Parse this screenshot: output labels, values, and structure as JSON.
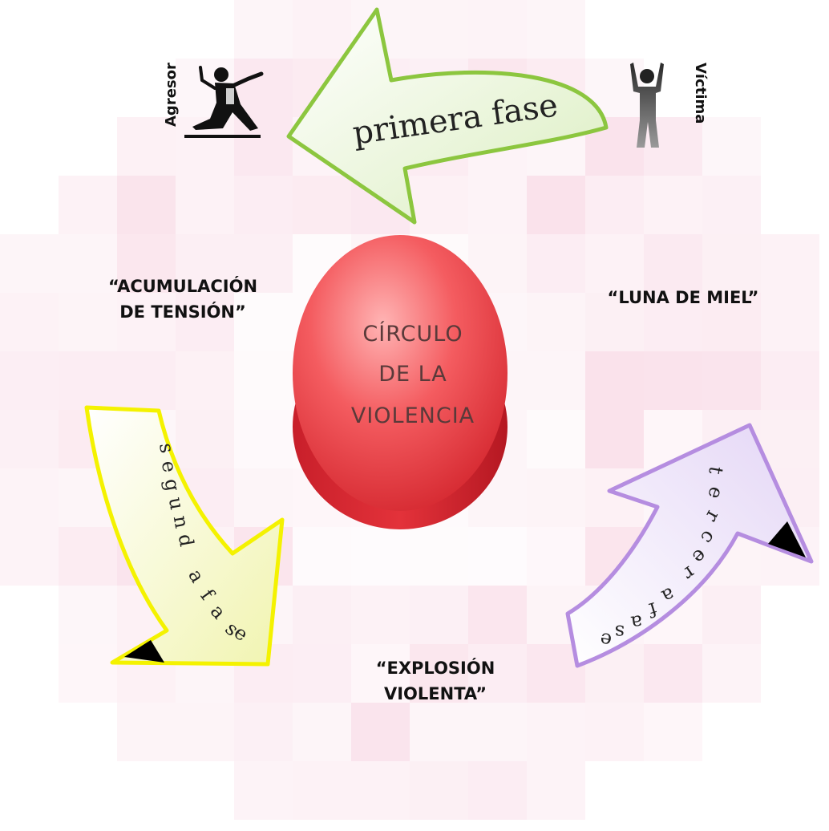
{
  "center": {
    "line1": "CÍRCULO",
    "line2": "DE LA",
    "line3": "VIOLENCIA"
  },
  "roles": {
    "aggressor": "Agresor",
    "victim": "Víctima"
  },
  "icons": {
    "aggressor": "fencer-lunge-icon",
    "victim": "person-arms-raised-icon"
  },
  "phases": {
    "acumulacion_line1": "“ACUMULACIÓN",
    "acumulacion_line2": "DE TENSIÓN”",
    "luna": "“LUNA DE MIEL”",
    "explosion_line1": "“EXPLOSIÓN",
    "explosion_line2": "VIOLENTA”"
  },
  "arrows": {
    "primera": "primera fase",
    "segunda": "segunda fase",
    "tercera": "tercera fase"
  },
  "colors": {
    "primera_border": "#8cc63f",
    "segunda_border": "#f4f200",
    "tercera_border": "#b58de0",
    "center_fill": "#e8404a",
    "background_tint": "#f3b9cf"
  }
}
